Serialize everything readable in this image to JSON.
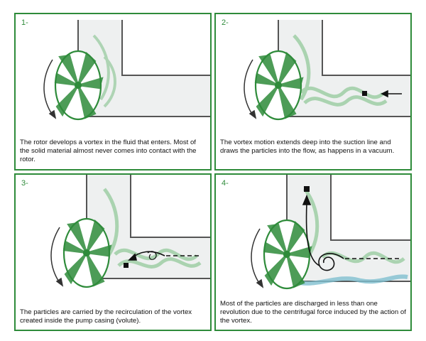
{
  "panels": [
    {
      "number": "1-",
      "caption": "The rotor develops a vortex in the fluid that enters. Most of the solid material almost never comes into contact with the rotor."
    },
    {
      "number": "2-",
      "caption": "The vortex motion extends deep into the suction line and draws the particles into the flow, as happens in a vacuum."
    },
    {
      "number": "3-",
      "caption": "The particles are carried by the recirculation of the vortex created inside the pump casing (volute)."
    },
    {
      "number": "4-",
      "caption": "Most of the particles are discharged in less than one revolution due to the centrifugal force induced by the action of the vortex."
    }
  ],
  "colors": {
    "border": "#2e8b3a",
    "rotor": "#2e8b3a",
    "pipe_fill": "#eef0f0",
    "swirl": "#9fcea6",
    "discharge": "#7fbfd0"
  }
}
